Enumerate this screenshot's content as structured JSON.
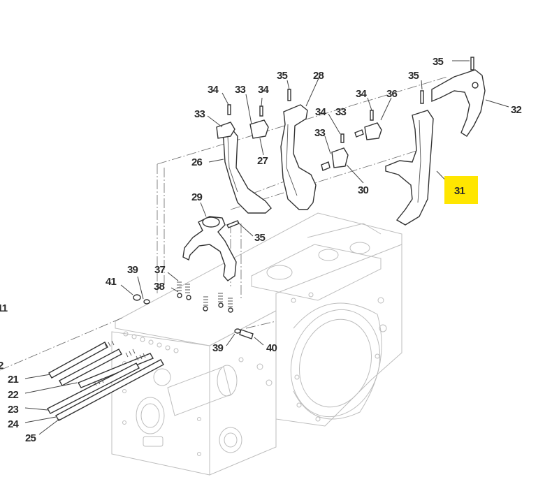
{
  "diagram": {
    "highlight_color": "#ffe600",
    "callouts": [
      {
        "id": "c35a",
        "label": "35"
      },
      {
        "id": "c32",
        "label": "32"
      },
      {
        "id": "c35b",
        "label": "35"
      },
      {
        "id": "c36",
        "label": "36"
      },
      {
        "id": "c34a",
        "label": "34"
      },
      {
        "id": "c34b",
        "label": "34"
      },
      {
        "id": "c33a",
        "label": "33"
      },
      {
        "id": "c33b",
        "label": "33"
      },
      {
        "id": "c30",
        "label": "30"
      },
      {
        "id": "c31",
        "label": "31",
        "highlighted": true
      },
      {
        "id": "c35c",
        "label": "35"
      },
      {
        "id": "c28",
        "label": "28"
      },
      {
        "id": "c34c",
        "label": "34"
      },
      {
        "id": "c33c",
        "label": "33"
      },
      {
        "id": "c34d",
        "label": "34"
      },
      {
        "id": "c33d",
        "label": "33"
      },
      {
        "id": "c27",
        "label": "27"
      },
      {
        "id": "c26",
        "label": "26"
      },
      {
        "id": "c29",
        "label": "29"
      },
      {
        "id": "c35d",
        "label": "35"
      },
      {
        "id": "c39a",
        "label": "39"
      },
      {
        "id": "c37",
        "label": "37"
      },
      {
        "id": "c41",
        "label": "41"
      },
      {
        "id": "c38",
        "label": "38"
      },
      {
        "id": "c11",
        "label": "11"
      },
      {
        "id": "c39b",
        "label": "39"
      },
      {
        "id": "c40",
        "label": "40"
      },
      {
        "id": "c12",
        "label": "2"
      },
      {
        "id": "c21",
        "label": "21"
      },
      {
        "id": "c22",
        "label": "22"
      },
      {
        "id": "c23",
        "label": "23"
      },
      {
        "id": "c24",
        "label": "24"
      },
      {
        "id": "c25",
        "label": "25"
      }
    ]
  }
}
